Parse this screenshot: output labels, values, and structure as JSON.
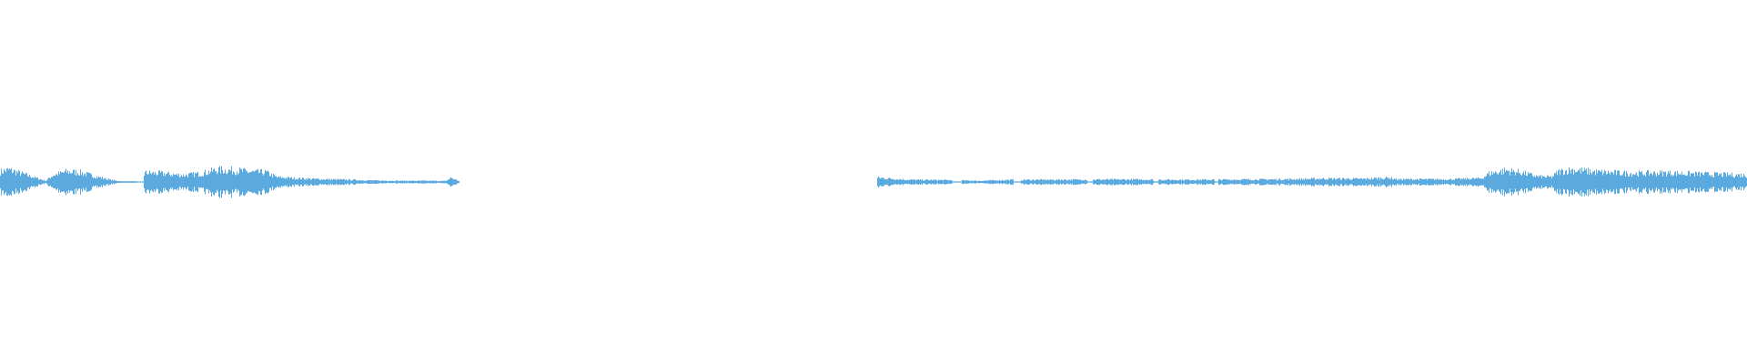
{
  "waveform": {
    "color": "#5aaae0",
    "background": "#ffffff",
    "segments": [
      {
        "name": "segment-1",
        "start": 0.0,
        "end": 0.263,
        "envelope": [
          [
            0.0,
            0.85
          ],
          [
            0.005,
            1.0
          ],
          [
            0.012,
            0.7
          ],
          [
            0.02,
            0.35
          ],
          [
            0.026,
            0.1
          ],
          [
            0.03,
            0.55
          ],
          [
            0.038,
            0.85
          ],
          [
            0.045,
            0.8
          ],
          [
            0.052,
            0.55
          ],
          [
            0.058,
            0.35
          ],
          [
            0.064,
            0.15
          ],
          [
            0.07,
            0.04
          ],
          [
            0.078,
            0.02
          ],
          [
            0.083,
            0.75
          ],
          [
            0.092,
            0.7
          ],
          [
            0.105,
            0.55
          ],
          [
            0.115,
            0.7
          ],
          [
            0.124,
            1.0
          ],
          [
            0.135,
            0.95
          ],
          [
            0.145,
            0.8
          ],
          [
            0.152,
            0.8
          ],
          [
            0.158,
            0.4
          ],
          [
            0.17,
            0.3
          ],
          [
            0.185,
            0.22
          ],
          [
            0.2,
            0.18
          ],
          [
            0.215,
            0.12
          ],
          [
            0.23,
            0.1
          ],
          [
            0.245,
            0.1
          ],
          [
            0.255,
            0.08
          ],
          [
            0.258,
            0.35
          ],
          [
            0.263,
            0.05
          ]
        ]
      },
      {
        "name": "segment-2",
        "start": 0.502,
        "end": 1.0,
        "envelope": [
          [
            0.502,
            0.35
          ],
          [
            0.52,
            0.18
          ],
          [
            0.545,
            0.15
          ],
          [
            0.56,
            0.1
          ],
          [
            0.58,
            0.18
          ],
          [
            0.6,
            0.18
          ],
          [
            0.625,
            0.2
          ],
          [
            0.65,
            0.2
          ],
          [
            0.68,
            0.18
          ],
          [
            0.71,
            0.2
          ],
          [
            0.735,
            0.22
          ],
          [
            0.76,
            0.28
          ],
          [
            0.78,
            0.25
          ],
          [
            0.795,
            0.35
          ],
          [
            0.8,
            0.22
          ],
          [
            0.83,
            0.22
          ],
          [
            0.848,
            0.3
          ],
          [
            0.852,
            0.7
          ],
          [
            0.862,
            0.95
          ],
          [
            0.87,
            0.8
          ],
          [
            0.88,
            0.45
          ],
          [
            0.888,
            0.4
          ],
          [
            0.892,
            0.85
          ],
          [
            0.9,
            1.0
          ],
          [
            0.915,
            0.8
          ],
          [
            0.935,
            0.7
          ],
          [
            0.955,
            0.75
          ],
          [
            0.975,
            0.65
          ],
          [
            1.0,
            0.55
          ]
        ]
      }
    ],
    "gaps": [
      [
        0.078,
        0.082
      ],
      [
        0.545,
        0.55
      ],
      [
        0.58,
        0.584
      ],
      [
        0.622,
        0.625
      ],
      [
        0.66,
        0.663
      ],
      [
        0.695,
        0.697
      ]
    ]
  }
}
